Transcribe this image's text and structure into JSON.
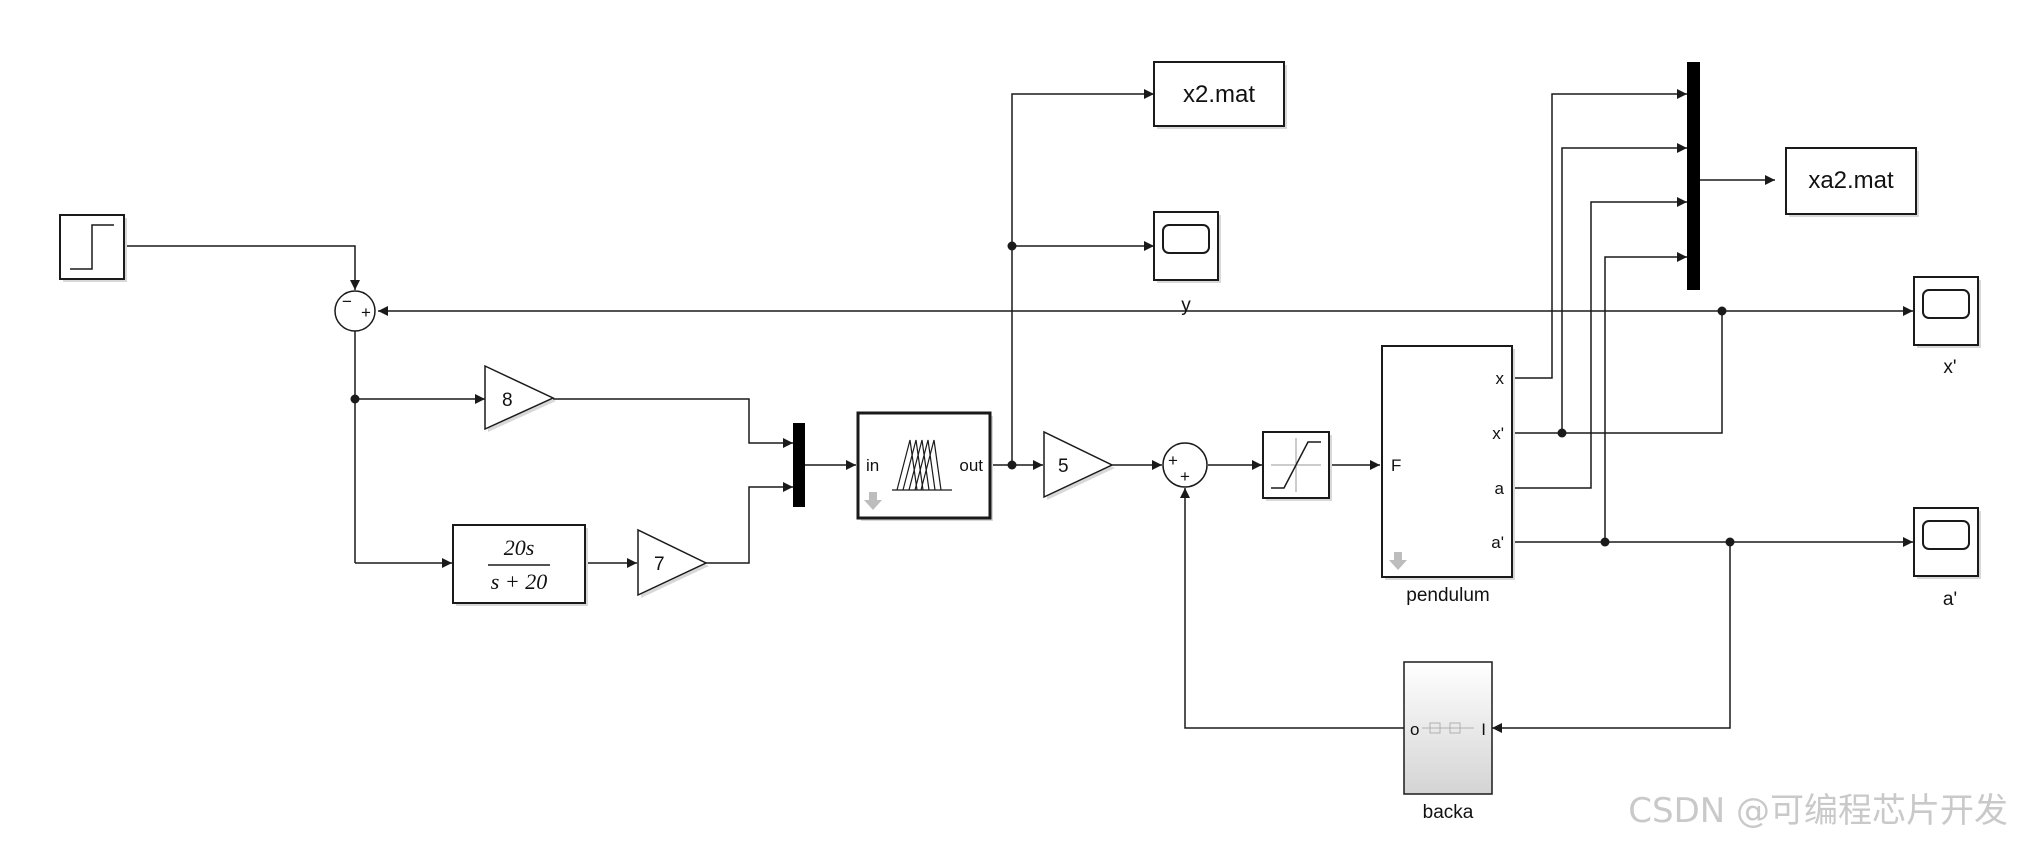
{
  "blocks": {
    "to_file_x2": "x2.mat",
    "to_file_xa2": "xa2.mat",
    "scope_y_label": "y",
    "scope_xd_label": "x'",
    "scope_ad_label": "a'",
    "gain_8": "8",
    "gain_7": "7",
    "gain_5": "5",
    "tf_num": "20s",
    "tf_den": "s + 20",
    "fuzzy_in": "in",
    "fuzzy_out": "out",
    "sum1_minus": "−",
    "sum1_plus": "+",
    "sum2_plus_a": "+",
    "sum2_plus_b": "+",
    "pendulum": {
      "name": "pendulum",
      "in_port": "F",
      "out_ports": [
        "x",
        "x'",
        "a",
        "a'"
      ]
    },
    "backa": {
      "name": "backa",
      "in_port": "I",
      "out_port": "o"
    }
  },
  "watermark": "CSDN @可编程芯片开发",
  "colors": {
    "line": "#1a1a1a",
    "block_fill": "#ffffff",
    "watermark": "#c9c9c9"
  },
  "icons": [
    "step-icon",
    "scope-icon",
    "mux-bar-icon",
    "membership-functions-icon",
    "saturation-icon",
    "mask-arrow-icon"
  ]
}
